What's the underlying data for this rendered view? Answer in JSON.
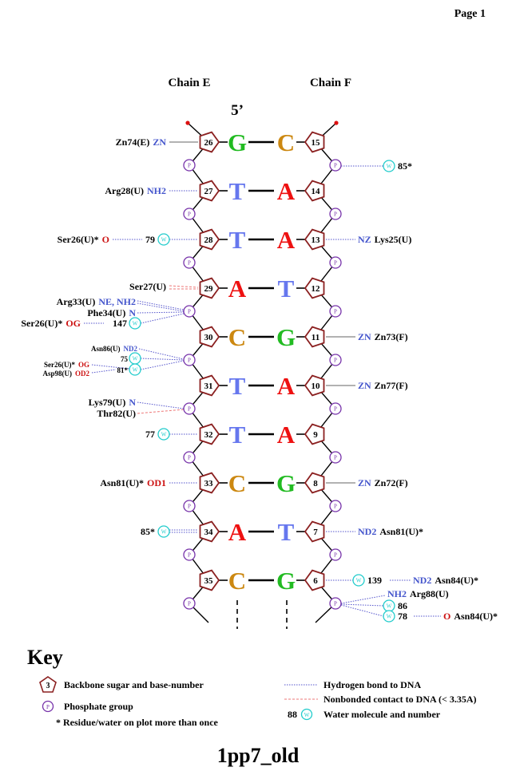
{
  "page_label": "Page 1",
  "chain_left_title": "Chain E",
  "chain_right_title": "Chain F",
  "five_prime": "5’",
  "footer_title": "1pp7_old",
  "colors": {
    "G": "#22bb22",
    "C": "#cc8811",
    "T": "#6677ee",
    "A": "#ee1111",
    "hbond": "#5555cc",
    "nonbond": "#ee7777",
    "water": "#22cccc",
    "phosphate": "#7733aa",
    "sugar": "#8b2020",
    "blue_atom": "#4455cc",
    "red_atom": "#cc1111"
  },
  "pairs": [
    {
      "left_num": "26",
      "left_base": "G",
      "right_base": "C",
      "right_num": "15"
    },
    {
      "left_num": "27",
      "left_base": "T",
      "right_base": "A",
      "right_num": "14"
    },
    {
      "left_num": "28",
      "left_base": "T",
      "right_base": "A",
      "right_num": "13"
    },
    {
      "left_num": "29",
      "left_base": "A",
      "right_base": "T",
      "right_num": "12"
    },
    {
      "left_num": "30",
      "left_base": "C",
      "right_base": "G",
      "right_num": "11"
    },
    {
      "left_num": "31",
      "left_base": "T",
      "right_base": "A",
      "right_num": "10"
    },
    {
      "left_num": "32",
      "left_base": "T",
      "right_base": "A",
      "right_num": "9"
    },
    {
      "left_num": "33",
      "left_base": "C",
      "right_base": "G",
      "right_num": "8"
    },
    {
      "left_num": "34",
      "left_base": "A",
      "right_base": "T",
      "right_num": "7"
    },
    {
      "left_num": "35",
      "left_base": "C",
      "right_base": "G",
      "right_num": "6"
    }
  ],
  "phosphate_label": "P",
  "water_label": "W",
  "left_interactions": [
    {
      "res": "Zn74(E)",
      "atom": "ZN",
      "atom_color": "blue"
    },
    {
      "res": "Arg28(U)",
      "atom": "NH2",
      "atom_color": "blue"
    },
    {
      "res": "Ser26(U)*",
      "atom": "O",
      "atom_color": "red",
      "water": "79"
    },
    {
      "res": "Ser27(U)"
    },
    {
      "res": "Arg33(U)",
      "atom": "NE, NH2",
      "atom_color": "blue"
    },
    {
      "res": "Phe34(U)",
      "atom": "N",
      "atom_color": "blue"
    },
    {
      "res": "Ser26(U)*",
      "atom": "OG",
      "atom_color": "red",
      "water": "147"
    },
    {
      "res": "Asn86(U)",
      "atom": "ND2",
      "atom_color": "blue"
    },
    {
      "water": "75"
    },
    {
      "res": "Ser26(U)*",
      "atom": "OG",
      "atom_color": "red"
    },
    {
      "res": "Asp98(U)",
      "atom": "OD2",
      "atom_color": "red",
      "water": "81*"
    },
    {
      "res": "Lys79(U)",
      "atom": "N",
      "atom_color": "blue"
    },
    {
      "res": "Thr82(U)"
    },
    {
      "water": "77"
    },
    {
      "res": "Asn81(U)*",
      "atom": "OD1",
      "atom_color": "red"
    },
    {
      "water": "85*"
    }
  ],
  "right_interactions": [
    {
      "water": "85*"
    },
    {
      "atom": "NZ",
      "res": "Lys25(U)"
    },
    {
      "atom": "ZN",
      "res": "Zn73(F)"
    },
    {
      "atom": "ZN",
      "res": "Zn77(F)"
    },
    {
      "atom": "ZN",
      "res": "Zn72(F)"
    },
    {
      "atom": "ND2",
      "res": "Asn81(U)*"
    },
    {
      "water": "139",
      "atom": "ND2",
      "res": "Asn84(U)*"
    },
    {
      "atom": "NH2",
      "res": "Arg88(U)"
    },
    {
      "water": "86"
    },
    {
      "water": "78",
      "atom": "O",
      "res": "Asn84(U)*"
    }
  ],
  "key": {
    "title": "Key",
    "sugar_example_num": "3",
    "sugar_text": "Backbone sugar and base-number",
    "phosphate_text": "Phosphate group",
    "star_text": "* Residue/water on plot more than once",
    "hbond_text": "Hydrogen bond to DNA",
    "nonbond_text": "Nonbonded contact to DNA (< 3.35A)",
    "water_num": "88",
    "water_text": "Water molecule and number"
  }
}
